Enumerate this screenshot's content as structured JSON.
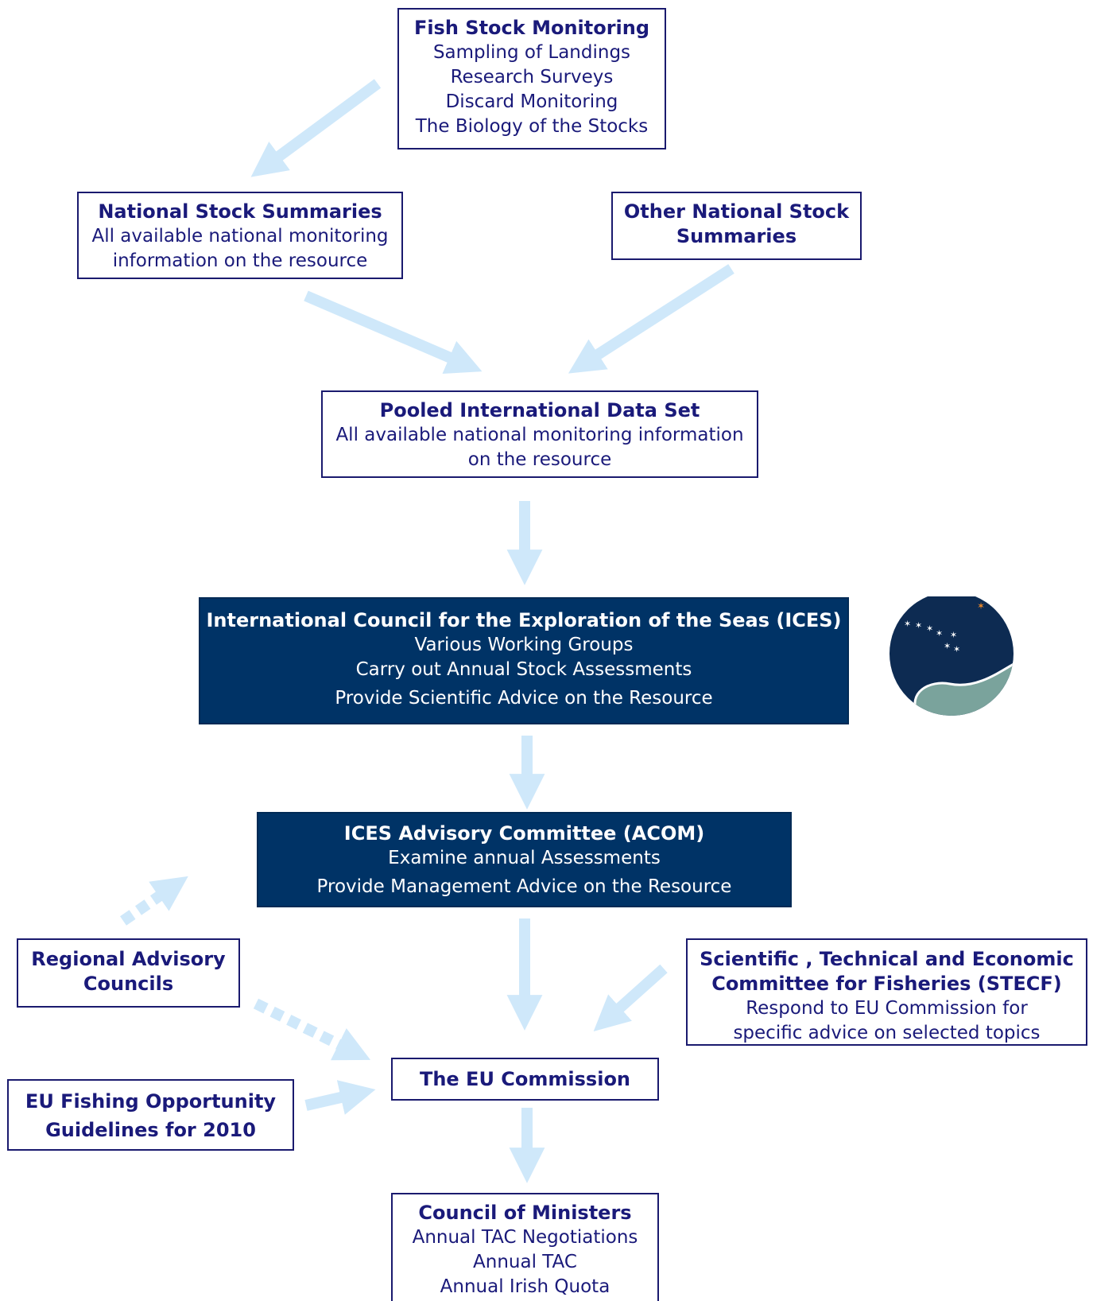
{
  "boxes": {
    "fish_stock": {
      "title": "Fish Stock Monitoring",
      "lines": [
        "Sampling of Landings",
        "Research Surveys",
        "Discard Monitoring",
        "The Biology of the Stocks"
      ]
    },
    "national_summaries": {
      "title": "National Stock Summaries",
      "lines": [
        "All available national monitoring",
        "information on the resource"
      ]
    },
    "other_summaries": {
      "title_lines": [
        "Other National Stock",
        "Summaries"
      ]
    },
    "pooled": {
      "title": "Pooled International Data Set",
      "lines": [
        "All available national monitoring information",
        "on the resource"
      ]
    },
    "ices": {
      "title": "International Council for the Exploration of the Seas (ICES)",
      "lines": [
        "Various Working Groups",
        "Carry out Annual Stock Assessments",
        "Provide Scientific Advice on the Resource"
      ]
    },
    "acom": {
      "title": "ICES Advisory Committee (ACOM)",
      "lines": [
        "Examine annual Assessments",
        "Provide Management Advice on the Resource"
      ]
    },
    "regional": {
      "title_lines": [
        "Regional Advisory",
        "Councils"
      ]
    },
    "stecf": {
      "title_lines": [
        "Scientific , Technical and Economic",
        "Committee for Fisheries (STECF)"
      ],
      "lines": [
        "Respond to EU Commission for",
        "specific advice on selected topics"
      ]
    },
    "eu_commission": {
      "title": "The EU Commission"
    },
    "eu_guidelines": {
      "title_lines": [
        "EU Fishing Opportunity",
        "Guidelines for 2010"
      ]
    },
    "council": {
      "title": "Council of Ministers",
      "lines": [
        "Annual TAC Negotiations",
        "Annual TAC",
        "Annual Irish Quota"
      ]
    }
  },
  "colors": {
    "arrow": "#cfe8fa",
    "dark_box": "#003366",
    "text": "#1a1a7a",
    "logo_bg": "#0d2b52",
    "logo_wave": "#7aa39c",
    "logo_star": "#ffffff",
    "logo_accent_star": "#e8872a"
  },
  "icons": [
    "ices-logo"
  ]
}
